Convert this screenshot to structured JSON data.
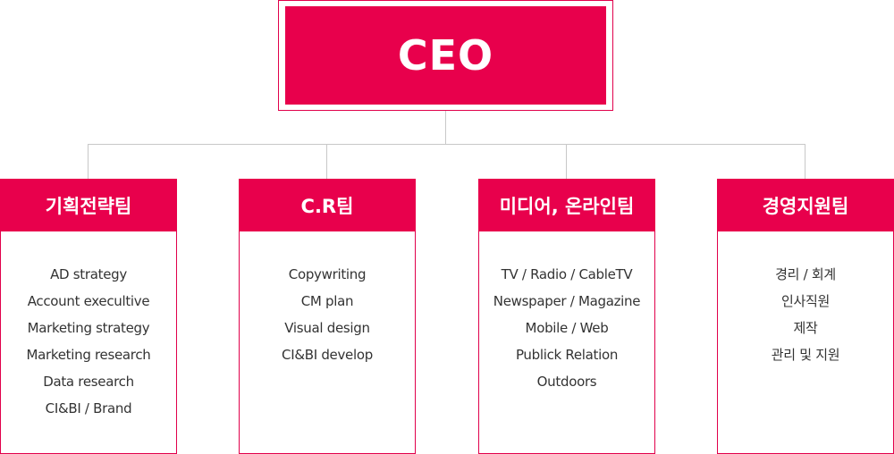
{
  "ceo": {
    "label": "CEO"
  },
  "teams": [
    {
      "title": "기획전략팀",
      "items": [
        "AD strategy",
        "Account execultive",
        "Marketing strategy",
        "Marketing research",
        "Data research",
        "CI&BI / Brand"
      ]
    },
    {
      "title": "C.R팀",
      "items": [
        "Copywriting",
        "CM plan",
        "Visual design",
        "CI&BI develop"
      ]
    },
    {
      "title": "미디어, 온라인팀",
      "items": [
        "TV / Radio / CableTV",
        "Newspaper / Magazine",
        "Mobile / Web",
        "Publick Relation",
        "Outdoors"
      ]
    },
    {
      "title": "경영지원팀",
      "items": [
        "경리 / 회계",
        "인사직원",
        "제작",
        "관리 및 지원"
      ]
    }
  ],
  "colors": {
    "accent": "#e8004c",
    "connector": "#c8c8c8"
  }
}
